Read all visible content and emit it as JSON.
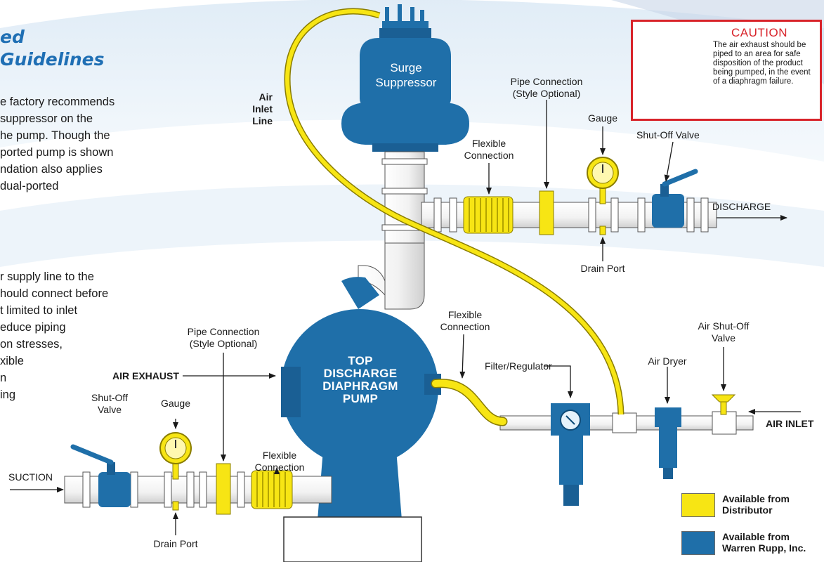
{
  "heading": {
    "line1": "ed",
    "line2": "Guidelines"
  },
  "intro": {
    "para1": [
      "e factory recommends",
      "suppressor on the",
      "he pump. Though the",
      "ported pump is shown",
      "ndation also applies",
      "dual-ported"
    ],
    "para2": [
      "r supply line to the",
      "hould connect before",
      "t limited to inlet",
      "educe piping",
      "on stresses,",
      "xible",
      "n",
      "ing"
    ]
  },
  "caution": {
    "title": "CAUTION",
    "text": "The air exhaust should be piped to an area for safe disposition of the product being pumped, in the event of a diaphragm failure."
  },
  "labels": {
    "surge_suppressor": [
      "Surge",
      "Suppressor"
    ],
    "air_inlet_line": [
      "Air Inlet",
      "Line"
    ],
    "pipe_connection_top": [
      "Pipe Connection",
      "(Style Optional)"
    ],
    "gauge_top": "Gauge",
    "flexible_connection_top": [
      "Flexible",
      "Connection"
    ],
    "shutoff_valve_top": "Shut-Off Valve",
    "discharge": "DISCHARGE",
    "drain_port_top": "Drain Port",
    "flexible_connection_mid": [
      "Flexible",
      "Connection"
    ],
    "air_shutoff_valve": [
      "Air Shut-Off",
      "Valve"
    ],
    "pipe_connection_bottom": [
      "Pipe Connection",
      "(Style Optional)"
    ],
    "air_exhaust": "AIR EXHAUST",
    "filter_regulator": "Filter/Regulator",
    "air_dryer": "Air Dryer",
    "pump": [
      "TOP",
      "DISCHARGE",
      "DIAPHRAGM",
      "PUMP"
    ],
    "shutoff_valve_bottom": [
      "Shut-Off",
      "Valve"
    ],
    "gauge_bottom": "Gauge",
    "flexible_connection_bottom": [
      "Flexible",
      "Connection"
    ],
    "air_inlet": "AIR INLET",
    "suction": "SUCTION",
    "drain_port_bottom": "Drain Port"
  },
  "legend": [
    {
      "label": [
        "Available from",
        "Distributor"
      ],
      "color": "#f7e514"
    },
    {
      "label": [
        "Available from",
        "Warren Rupp, Inc."
      ],
      "color": "#1f6fa9"
    }
  ],
  "colors": {
    "pump_blue": "#1f6fa9",
    "yellow": "#f7e514",
    "caution_red": "#d8232a",
    "heading_blue": "#1f6fb4"
  }
}
